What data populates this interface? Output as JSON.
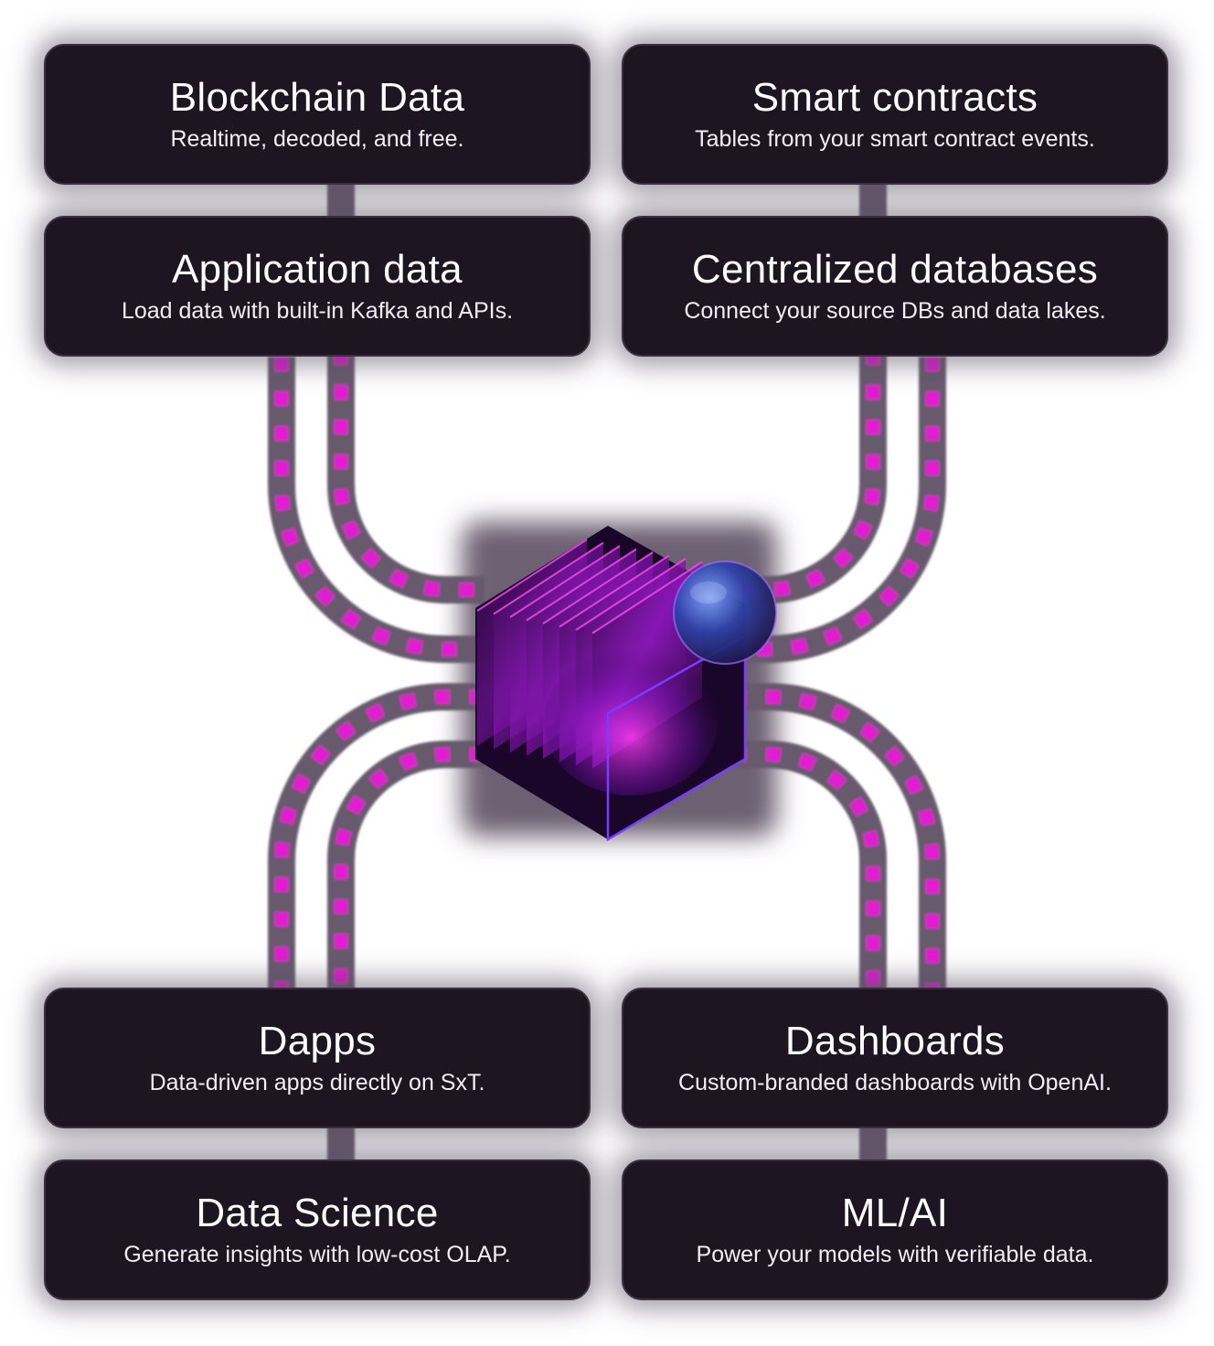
{
  "cards": {
    "blockchain": {
      "title": "Blockchain Data",
      "subtitle": "Realtime, decoded, and free."
    },
    "smart_contracts": {
      "title": "Smart contracts",
      "subtitle": "Tables from your smart contract events."
    },
    "application": {
      "title": "Application data",
      "subtitle": "Load data with built-in Kafka and APIs."
    },
    "centralized": {
      "title": "Centralized databases",
      "subtitle": "Connect your source DBs and data lakes."
    },
    "dapps": {
      "title": "Dapps",
      "subtitle": "Data-driven apps directly on SxT."
    },
    "dashboards": {
      "title": "Dashboards",
      "subtitle": "Custom-branded dashboards with OpenAI."
    },
    "data_science": {
      "title": "Data Science",
      "subtitle": "Generate insights with low-cost OLAP."
    },
    "ml_ai": {
      "title": "ML/AI",
      "subtitle": "Power your models with verifiable data."
    }
  },
  "colors": {
    "card_background": "#1d1522",
    "pipe": "#675a6d",
    "pipe_dash": "#e21bd0",
    "cube_accent": "#c21ee0",
    "orb": "#3b4fb0"
  },
  "icons": {
    "center": "data-warehouse-cube-icon",
    "orb": "glass-sphere-icon"
  }
}
